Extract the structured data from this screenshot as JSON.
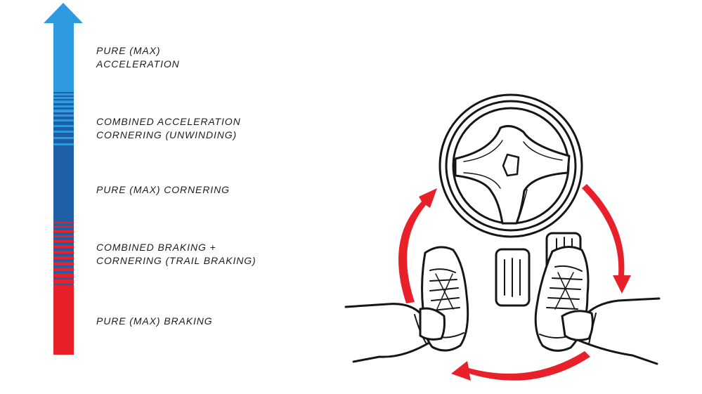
{
  "phases": [
    {
      "line1": "PURE (MAX)",
      "line2": "ACCELERATION"
    },
    {
      "line1": "COMBINED ACCELERATION",
      "line2": "CORNERING (UNWINDING)"
    },
    {
      "line1": "PURE (MAX) CORNERING",
      "line2": ""
    },
    {
      "line1": "COMBINED BRAKING +",
      "line2": "CORNERING (TRAIL BRAKING)"
    },
    {
      "line1": "PURE (MAX) BRAKING",
      "line2": ""
    }
  ],
  "colors": {
    "acceleration_blue": "#2e9be0",
    "cornering_blue": "#1f5fa5",
    "braking_red": "#e8202a",
    "outline": "#161616"
  },
  "icons": [
    "up-arrow-icon",
    "steering-wheel-icon",
    "pedals-icon",
    "feet-icon",
    "cycle-arrows-icon"
  ]
}
